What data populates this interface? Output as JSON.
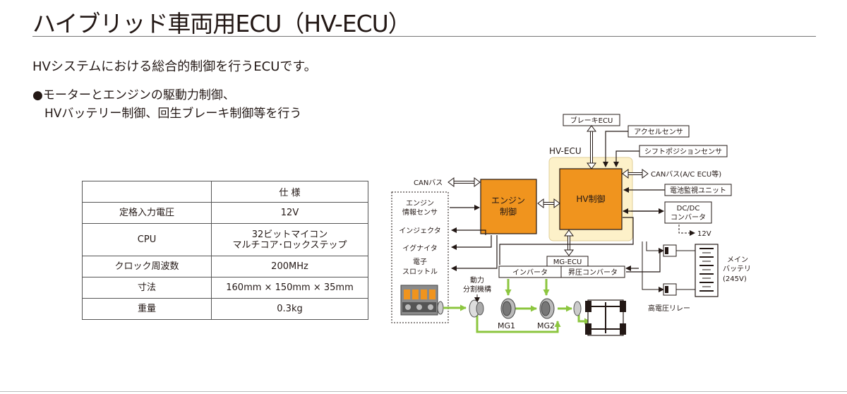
{
  "title": "ハイブリッド車両用ECU（HV-ECU）",
  "intro": "HVシステムにおける総合的制御を行うECUです。",
  "bullet_line1": "●モーターとエンジンの駆動力制御、",
  "bullet_line2": "HVバッテリー制御、回生ブレーキ制御等を行う",
  "spec_table": {
    "header": [
      "",
      "仕 様"
    ],
    "rows": [
      {
        "label": "定格入力電圧",
        "value": "12V"
      },
      {
        "label": "CPU",
        "value_line1": "32ビットマイコン",
        "value_line2": "マルチコア･ロックステップ"
      },
      {
        "label": "クロック周波数",
        "value": "200MHz"
      },
      {
        "label": "寸法",
        "value": "160mm × 150mm × 35mm"
      },
      {
        "label": "重量",
        "value": "0.3kg"
      }
    ]
  },
  "diagram": {
    "brake_ecu": "ブレーキECU",
    "accel_sensor": "アクセルセンサ",
    "hv_ecu": "HV-ECU",
    "shift_sensor": "シフトポジションセンサ",
    "can_bus_left": "CANバス",
    "can_bus_right": "CANバス(A/C ECU等)",
    "engine_control_1": "エンジン",
    "engine_control_2": "制御",
    "hv_control": "HV制御",
    "battery_monitor": "電池監視ユニット",
    "dcdc_1": "DC/DC",
    "dcdc_2": "コンバータ",
    "v12": "12V",
    "engine_sensor_1": "エンジン",
    "engine_sensor_2": "情報センサ",
    "injector": "インジェクタ",
    "igniter": "イグナイタ",
    "throttle_1": "電子",
    "throttle_2": "スロットル",
    "mg_ecu": "MG-ECU",
    "inverter": "インバータ",
    "boost_converter": "昇圧コンバータ",
    "power_split_1": "動力",
    "power_split_2": "分割機構",
    "mg1": "MG1",
    "mg2": "MG2",
    "main_battery_1": "メイン",
    "main_battery_2": "バッテリ",
    "main_battery_3": "(245V)",
    "hv_relay": "高電圧リレー"
  },
  "colors": {
    "ecu_orange": "#f0941e",
    "hv_ecu_bg": "#fdf1c9",
    "drive_green": "#8cc63f"
  }
}
